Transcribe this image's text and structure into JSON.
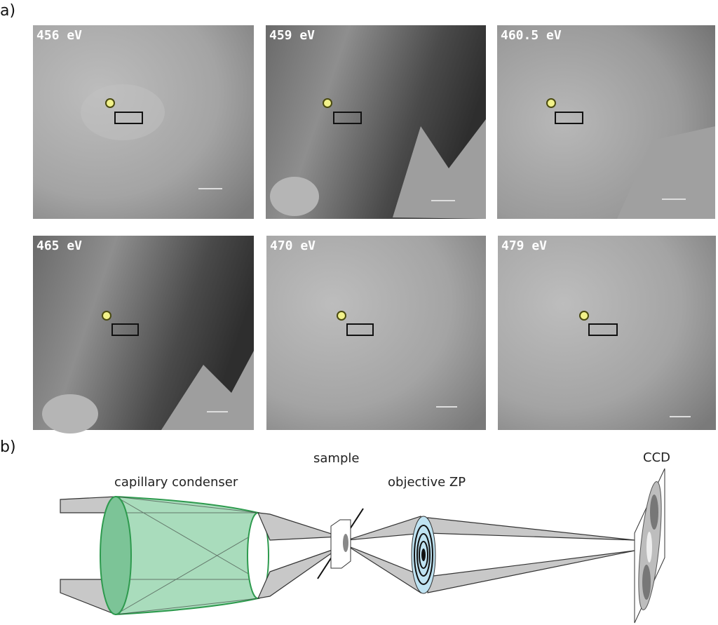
{
  "panel_a": {
    "label": "a)",
    "images": [
      {
        "energy": "456 eV",
        "tone": "light"
      },
      {
        "energy": "459 eV",
        "tone": "dark"
      },
      {
        "energy": "460.5 eV",
        "tone": "mid"
      },
      {
        "energy": "465 eV",
        "tone": "dark"
      },
      {
        "energy": "470 eV",
        "tone": "light"
      },
      {
        "energy": "479 eV",
        "tone": "light"
      }
    ]
  },
  "panel_b": {
    "label": "b)",
    "sample": "sample",
    "condenser": "capillary condenser",
    "objective": "objective ZP",
    "ccd": "CCD"
  },
  "colors": {
    "condenser": "#2e9a4e",
    "zone_plate": "#bfe3f2",
    "beam": "#c8c8c8"
  }
}
